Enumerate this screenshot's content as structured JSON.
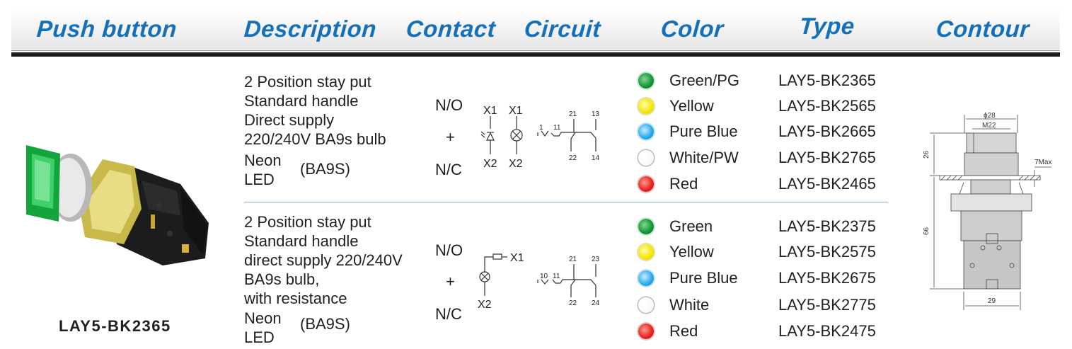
{
  "header": {
    "columns": [
      "Push button",
      "Description",
      "Contact",
      "Circuit",
      "Color",
      "Type",
      "Contour"
    ],
    "color": "#1570bb"
  },
  "product": {
    "model": "LAY5-BK2365",
    "image": "green-illuminated-selector-switch-photo"
  },
  "rows": [
    {
      "description": [
        "2 Position stay put",
        "Standard handle",
        "Direct supply",
        "220/240V BA9s bulb"
      ],
      "lamp_types": [
        "Neon",
        "LED"
      ],
      "lamp_base": "(BA9S)",
      "contact": {
        "no": "N/O",
        "plus": "+",
        "nc": "N/C"
      },
      "circuit_labels": {
        "x1a": "X1",
        "x1b": "X1",
        "x2a": "X2",
        "x2b": "X2",
        "a": "1",
        "b": "11",
        "t21": "21",
        "t13": "13",
        "t22": "22",
        "t14": "14"
      },
      "variants": [
        {
          "color": "Green/PG",
          "led": "green",
          "type": "LAY5-BK2365"
        },
        {
          "color": "Yellow",
          "led": "yellow",
          "type": "LAY5-BK2565"
        },
        {
          "color": "Pure Blue",
          "led": "blue",
          "type": "LAY5-BK2665"
        },
        {
          "color": "White/PW",
          "led": "white",
          "type": "LAY5-BK2765"
        },
        {
          "color": "Red",
          "led": "red",
          "type": "LAY5-BK2465"
        }
      ]
    },
    {
      "description": [
        "2 Position stay put",
        "Standard handle",
        "direct supply 220/240V",
        "BA9s bulb,",
        "with resistance"
      ],
      "lamp_types": [
        "Neon",
        "LED"
      ],
      "lamp_base": "(BA9S)",
      "contact": {
        "no": "N/O",
        "plus": "+",
        "nc": "N/C"
      },
      "circuit_labels": {
        "x1": "X1",
        "x2": "X2",
        "a": "10",
        "b": "11",
        "t21": "21",
        "t23": "23",
        "t22": "22",
        "t24": "24"
      },
      "variants": [
        {
          "color": "Green",
          "led": "green",
          "type": "LAY5-BK2375"
        },
        {
          "color": "Yellow",
          "led": "yellow",
          "type": "LAY5-BK2575"
        },
        {
          "color": "Pure Blue",
          "led": "blue",
          "type": "LAY5-BK2675"
        },
        {
          "color": "White",
          "led": "white",
          "type": "LAY5-BK2775"
        },
        {
          "color": "Red",
          "led": "red",
          "type": "LAY5-BK2475"
        }
      ]
    }
  ],
  "contour": {
    "dia": "ϕ28",
    "thread": "M22",
    "h_top": "26",
    "panel": "7Max",
    "h_body": "66",
    "width": "29"
  }
}
